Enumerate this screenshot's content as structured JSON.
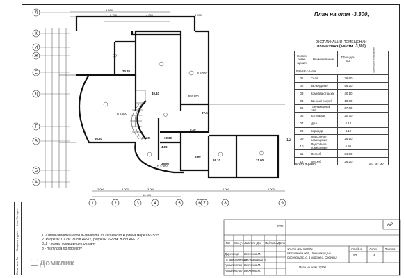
{
  "plan": {
    "title": "План на отм -3,300,",
    "axis_letters": [
      "Л",
      "К",
      "И",
      "Ж",
      "Е",
      "Д",
      "Г",
      "В",
      "Б",
      "А"
    ],
    "axis_numbers": [
      "1",
      "2",
      "3",
      "4",
      "5",
      "6",
      "7",
      "8",
      "9"
    ],
    "axis_right_label": "12",
    "room_areas": [
      "20.70",
      "40.10",
      "30.60",
      "10.30",
      "6.90",
      "37.60",
      "5.10",
      "4.10",
      "26.10",
      "31.00",
      "36.60",
      "56.20"
    ],
    "room_numbers": [
      "01",
      "02",
      "03",
      "04",
      "05",
      "06",
      "07",
      "08",
      "09",
      "10",
      "11",
      "12"
    ],
    "radii": [
      "R 6 800",
      "R 8 000",
      "R 4 600",
      "R 2 600"
    ],
    "top_dims": [
      "8 600",
      "5 750",
      "4 050",
      "8 900"
    ],
    "bottom_dims": [
      "2 000",
      "3 000",
      "3 000",
      "5 000",
      "2 000"
    ],
    "bottom_overall": "16 600"
  },
  "explication": {
    "title": "ЭКСПЛИКАЦИЯ ПОМЕЩЕНИЙ",
    "subtitle": "плана этажа ( на отм. -3,300)",
    "headers": {
      "num": "Номер поме- щения",
      "name": "Наименование",
      "area": "Площадь, м2",
      "cat": "Категория помещения"
    },
    "level_row": "на отм. -3.300",
    "rows": [
      {
        "num": "01",
        "name": "Холл",
        "area": "36.60"
      },
      {
        "num": "02",
        "name": "Бильярдная",
        "area": "56.20"
      },
      {
        "num": "03",
        "name": "Комната отдыха",
        "area": "40.10"
      },
      {
        "num": "04",
        "name": "Винный погреб",
        "area": "10.30"
      },
      {
        "num": "05",
        "name": "Тренажерный зал",
        "area": "37.60"
      },
      {
        "num": "06",
        "name": "Котельная",
        "area": "20.70"
      },
      {
        "num": "07",
        "name": "Душ",
        "area": "5.10"
      },
      {
        "num": "08",
        "name": "Коридор",
        "area": "4.10"
      },
      {
        "num": "09",
        "name": "Подсобное помещение",
        "area": "26.10"
      },
      {
        "num": "10",
        "name": "Подсобное помещение",
        "area": "6.90"
      },
      {
        "num": "11",
        "name": "Погреб",
        "area": "31.00"
      },
      {
        "num": "12",
        "name": "Погреб",
        "area": "26.20"
      }
    ],
    "total_label": "Всего п-раво",
    "total_value": "302.90 м2"
  },
  "notes": {
    "lines": [
      "1. Стены вентканалов выполнить из глиняного кирпича марки М75/25",
      "2. Разрезы 1-1 см. лист АР-11, разрезы 2-2 см. лист АР-12",
      "3.        2 - номер помещения по плану",
      "           3 - тип пола по проекту"
    ]
  },
  "stamp": {
    "sheet_code": "АР",
    "year": "2006",
    "cols": [
      "Изм",
      "Кол.уч",
      "Лист",
      "№ Док",
      "Подпись",
      "Дата"
    ],
    "roles": [
      "Директор",
      "Гл. архитектор",
      "Архитектор",
      "Архитектор"
    ],
    "names": [
      "Верченко М.",
      "Пятновицкий А.",
      "Верченко М.",
      "Верченко М."
    ],
    "project": "Жилой дом N68/06",
    "address1": "Московская обл., Ленинский р-н.,",
    "address2": "Сосенский с. о. в районе д. Сосенки",
    "sheet_title": "План на отм -3,300",
    "stage_hdr": "Стадия",
    "sheet_hdr": "Лист",
    "sheets_hdr": "Листов",
    "stage": "Р.П.",
    "sheet": "4"
  },
  "side_strip": [
    "Взам. инв. №",
    "Подпись и дата",
    "Инв. № подл."
  ],
  "watermark": "Домклик"
}
